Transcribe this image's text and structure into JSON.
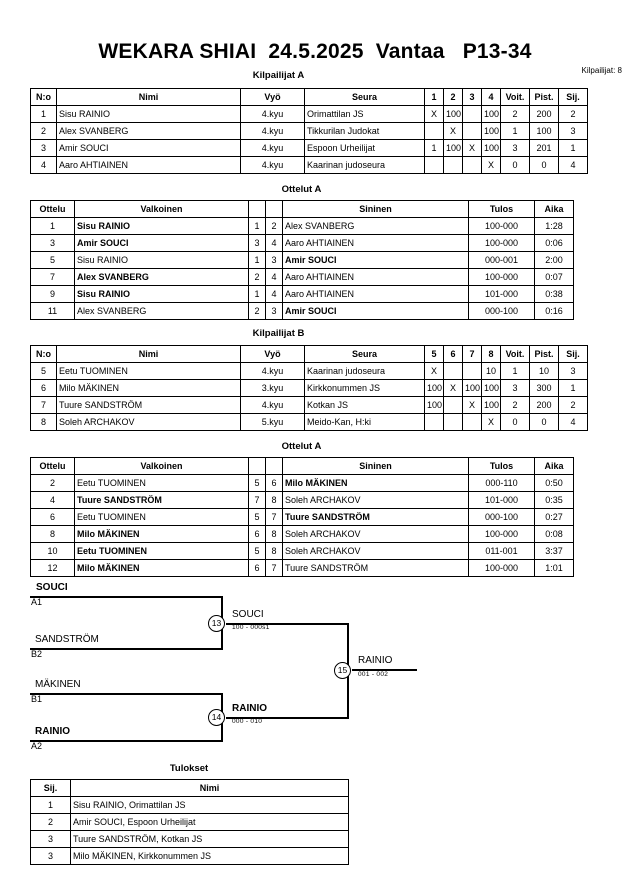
{
  "header": {
    "title": "WEKARA SHIAI  24.5.2025  Vantaa   P13-34",
    "competitor_count_label": "Kilpailijat: 8"
  },
  "sections": {
    "pool_a_caption": "Kilpailijat A",
    "bouts_a_caption": "Ottelut A",
    "pool_b_caption": "Kilpailijat B",
    "bouts_b_caption": "Ottelut A",
    "results_caption": "Tulokset"
  },
  "pool_headers": {
    "no": "N:o",
    "name": "Nimi",
    "belt": "Vyö",
    "club": "Seura",
    "wins": "Voit.",
    "points": "Pist.",
    "rank": "Sij."
  },
  "pool_a": {
    "opponent_cols": [
      "1",
      "2",
      "3",
      "4"
    ],
    "rows": [
      {
        "no": "1",
        "name": "Sisu RAINIO",
        "belt": "4.kyu",
        "club": "Orimattilan JS",
        "cells": [
          "X",
          "100",
          "",
          "100"
        ],
        "wins": "2",
        "points": "200",
        "rank": "2"
      },
      {
        "no": "2",
        "name": "Alex SVANBERG",
        "belt": "4.kyu",
        "club": "Tikkurilan Judokat",
        "cells": [
          "",
          "X",
          "",
          "100"
        ],
        "wins": "1",
        "points": "100",
        "rank": "3"
      },
      {
        "no": "3",
        "name": "Amir SOUCI",
        "belt": "4.kyu",
        "club": "Espoon Urheilijat",
        "cells": [
          "1",
          "100",
          "X",
          "100"
        ],
        "wins": "3",
        "points": "201",
        "rank": "1"
      },
      {
        "no": "4",
        "name": "Aaro AHTIAINEN",
        "belt": "4.kyu",
        "club": "Kaarinan judoseura",
        "cells": [
          "",
          "",
          "",
          "X"
        ],
        "wins": "0",
        "points": "0",
        "rank": "4"
      }
    ]
  },
  "pool_b": {
    "opponent_cols": [
      "5",
      "6",
      "7",
      "8"
    ],
    "rows": [
      {
        "no": "5",
        "name": "Eetu TUOMINEN",
        "belt": "4.kyu",
        "club": "Kaarinan judoseura",
        "cells": [
          "X",
          "",
          "",
          "10"
        ],
        "wins": "1",
        "points": "10",
        "rank": "3"
      },
      {
        "no": "6",
        "name": "Milo MÄKINEN",
        "belt": "3.kyu",
        "club": "Kirkkonummen JS",
        "cells": [
          "100",
          "X",
          "100",
          "100"
        ],
        "wins": "3",
        "points": "300",
        "rank": "1"
      },
      {
        "no": "7",
        "name": "Tuure SANDSTRÖM",
        "belt": "4.kyu",
        "club": "Kotkan JS",
        "cells": [
          "100",
          "",
          "X",
          "100"
        ],
        "wins": "2",
        "points": "200",
        "rank": "2"
      },
      {
        "no": "8",
        "name": "Soleh ARCHAKOV",
        "belt": "5.kyu",
        "club": "Meido-Kan, H:ki",
        "cells": [
          "",
          "",
          "",
          "X"
        ],
        "wins": "0",
        "points": "0",
        "rank": "4"
      }
    ]
  },
  "bout_headers": {
    "bout": "Ottelu",
    "white": "Valkoinen",
    "blue": "Sininen",
    "result": "Tulos",
    "time": "Aika"
  },
  "bouts_a": {
    "rows": [
      {
        "bout": "1",
        "white": "Sisu RAINIO",
        "white_bold": true,
        "wno": "1",
        "bno": "2",
        "blue": "Alex SVANBERG",
        "blue_bold": false,
        "result": "100-000",
        "time": "1:28"
      },
      {
        "bout": "3",
        "white": "Amir SOUCI",
        "white_bold": true,
        "wno": "3",
        "bno": "4",
        "blue": "Aaro AHTIAINEN",
        "blue_bold": false,
        "result": "100-000",
        "time": "0:06"
      },
      {
        "bout": "5",
        "white": "Sisu RAINIO",
        "white_bold": false,
        "wno": "1",
        "bno": "3",
        "blue": "Amir SOUCI",
        "blue_bold": true,
        "result": "000-001",
        "time": "2:00"
      },
      {
        "bout": "7",
        "white": "Alex SVANBERG",
        "white_bold": true,
        "wno": "2",
        "bno": "4",
        "blue": "Aaro AHTIAINEN",
        "blue_bold": false,
        "result": "100-000",
        "time": "0:07"
      },
      {
        "bout": "9",
        "white": "Sisu RAINIO",
        "white_bold": true,
        "wno": "1",
        "bno": "4",
        "blue": "Aaro AHTIAINEN",
        "blue_bold": false,
        "result": "101-000",
        "time": "0:38"
      },
      {
        "bout": "11",
        "white": "Alex SVANBERG",
        "white_bold": false,
        "wno": "2",
        "bno": "3",
        "blue": "Amir SOUCI",
        "blue_bold": true,
        "result": "000-100",
        "time": "0:16"
      }
    ]
  },
  "bouts_b": {
    "rows": [
      {
        "bout": "2",
        "white": "Eetu TUOMINEN",
        "white_bold": false,
        "wno": "5",
        "bno": "6",
        "blue": "Milo MÄKINEN",
        "blue_bold": true,
        "result": "000-110",
        "time": "0:50"
      },
      {
        "bout": "4",
        "white": "Tuure SANDSTRÖM",
        "white_bold": true,
        "wno": "7",
        "bno": "8",
        "blue": "Soleh ARCHAKOV",
        "blue_bold": false,
        "result": "101-000",
        "time": "0:35"
      },
      {
        "bout": "6",
        "white": "Eetu TUOMINEN",
        "white_bold": false,
        "wno": "5",
        "bno": "7",
        "blue": "Tuure SANDSTRÖM",
        "blue_bold": true,
        "result": "000-100",
        "time": "0:27"
      },
      {
        "bout": "8",
        "white": "Milo MÄKINEN",
        "white_bold": true,
        "wno": "6",
        "bno": "8",
        "blue": "Soleh ARCHAKOV",
        "blue_bold": false,
        "result": "100-000",
        "time": "0:08"
      },
      {
        "bout": "10",
        "white": "Eetu TUOMINEN",
        "white_bold": true,
        "wno": "5",
        "bno": "8",
        "blue": "Soleh ARCHAKOV",
        "blue_bold": false,
        "result": "011-001",
        "time": "3:37"
      },
      {
        "bout": "12",
        "white": "Milo MÄKINEN",
        "white_bold": true,
        "wno": "6",
        "bno": "7",
        "blue": "Tuure SANDSTRÖM",
        "blue_bold": false,
        "result": "100-000",
        "time": "1:01"
      }
    ]
  },
  "bracket": {
    "entries": [
      {
        "name": "SOUCI",
        "seed": "A1",
        "bold": true
      },
      {
        "name": "SANDSTRÖM",
        "seed": "B2",
        "bold": false
      },
      {
        "name": "MÄKINEN",
        "seed": "B1",
        "bold": false
      },
      {
        "name": "RAINIO",
        "seed": "A2",
        "bold": true
      }
    ],
    "matches": [
      {
        "number": "13",
        "winner": "SOUCI",
        "score": "100 - 000s1",
        "bold": false
      },
      {
        "number": "14",
        "winner": "RAINIO",
        "score": "000 - 010",
        "bold": true
      },
      {
        "number": "15",
        "winner": "RAINIO",
        "score": "001 - 002",
        "bold": false
      }
    ]
  },
  "results": {
    "headers": {
      "rank": "Sij.",
      "name": "Nimi"
    },
    "rows": [
      {
        "rank": "1",
        "name": "Sisu RAINIO, Orimattilan JS"
      },
      {
        "rank": "2",
        "name": "Amir SOUCI, Espoon Urheilijat"
      },
      {
        "rank": "3",
        "name": "Tuure SANDSTRÖM, Kotkan JS"
      },
      {
        "rank": "3",
        "name": "Milo MÄKINEN, Kirkkonummen JS"
      }
    ]
  }
}
